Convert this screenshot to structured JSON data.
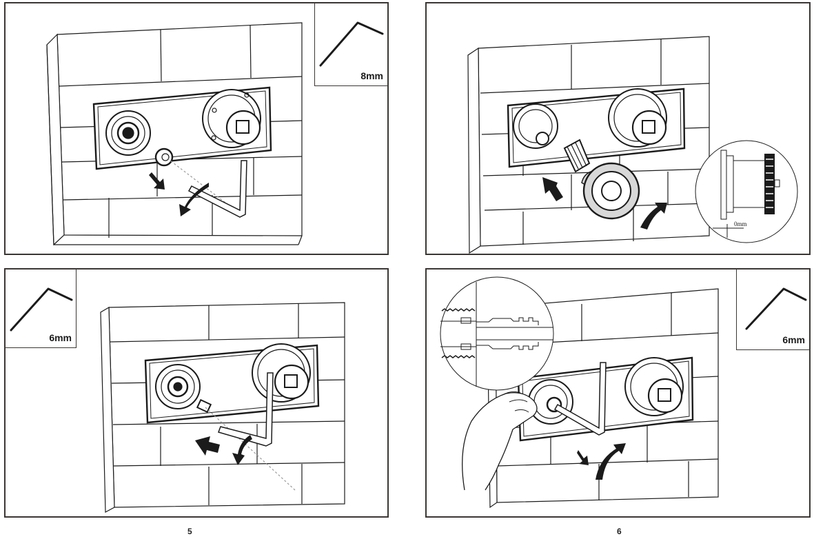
{
  "document": {
    "type": "installation-instructions",
    "pages": [
      {
        "page_number": "5",
        "steps": [
          {
            "step_id": "top-left",
            "tool": {
              "icon": "hex-key-icon",
              "size_label": "8mm"
            },
            "action": "remove plug with hex key"
          },
          {
            "step_id": "bottom-left",
            "tool": {
              "icon": "hex-key-icon",
              "size_label": "6mm"
            },
            "action": "insert stud with hex key"
          }
        ]
      },
      {
        "page_number": "6",
        "steps": [
          {
            "step_id": "top-right",
            "tool": null,
            "detail_callout": {
              "label": "0mm"
            },
            "action": "fit extension and knob"
          },
          {
            "step_id": "bottom-right",
            "tool": {
              "icon": "hex-key-icon",
              "size_label": "6mm"
            },
            "action": "tighten insert by hand with hex key"
          }
        ]
      }
    ]
  },
  "colors": {
    "line": "#1b1b1b",
    "frame": "#3a3633",
    "wall": "#ffffff",
    "grey_part": "#d8d8d8"
  }
}
